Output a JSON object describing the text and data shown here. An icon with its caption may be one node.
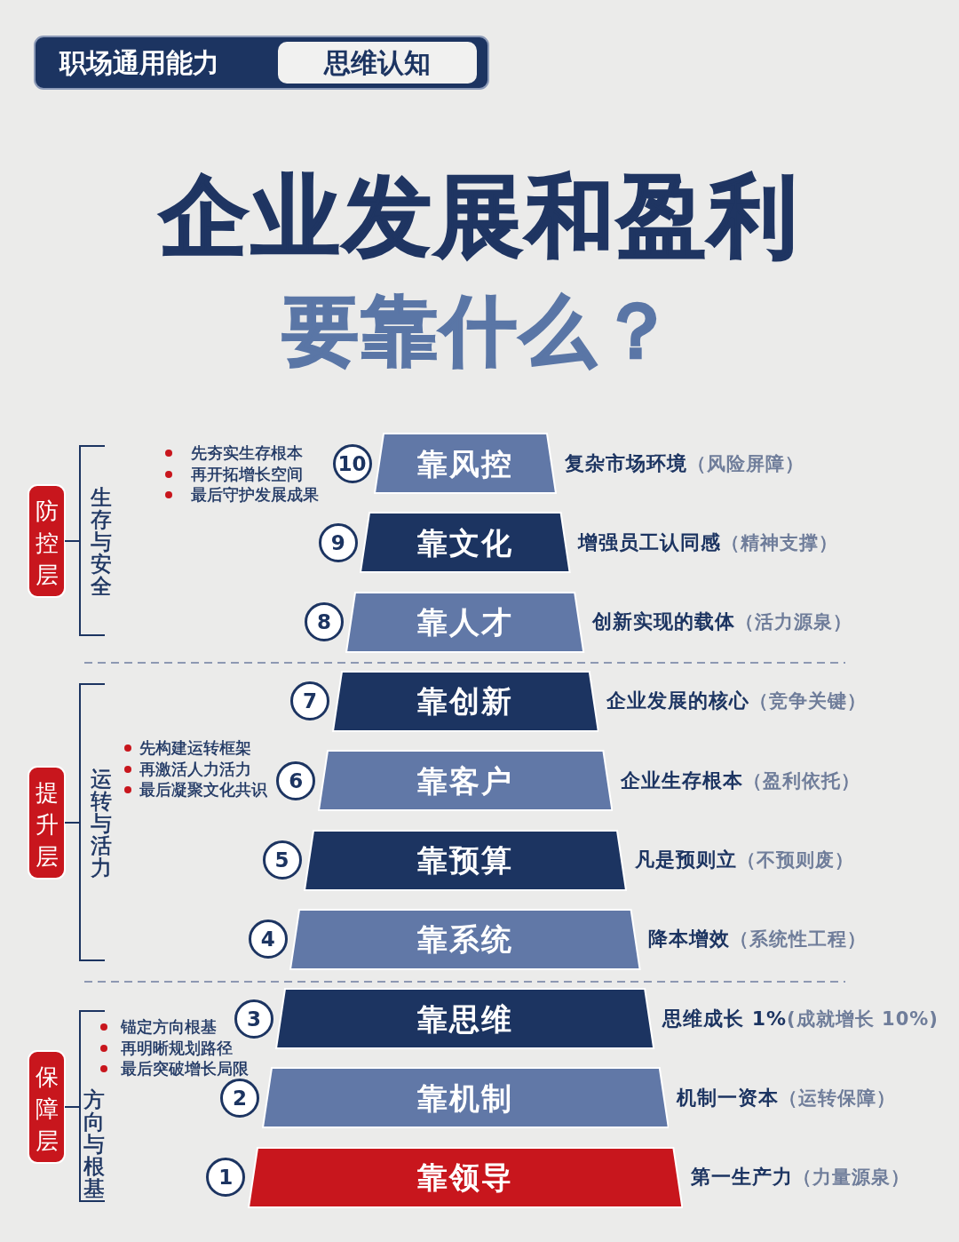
{
  "diagram": {
    "title": "企业发展和盈利要靠什么？",
    "nodes": [
      {
        "text": [
          "防控层"
        ],
        "beside": [
          "生存与安全",
          "先夯实生存根本",
          "再开拓增长空间",
          "最后守护发展成果"
        ]
      },
      {
        "text": [
          "10"
        ]
      },
      {
        "text": [
          "靠风控"
        ],
        "beside": [
          "复杂市场环境",
          "（风险屏障）"
        ]
      },
      {
        "text": [
          "9"
        ]
      },
      {
        "text": [
          "靠文化"
        ],
        "beside": [
          "增强员工认同感",
          "（精神支撑）"
        ]
      },
      {
        "text": [
          "8"
        ]
      },
      {
        "text": [
          "靠人才"
        ],
        "beside": [
          "创新实现的载体",
          "（活力源泉）"
        ]
      },
      {
        "text": [
          "提升层"
        ],
        "beside": [
          "运转与活力",
          "先构建运转框架",
          "再激活人力活力",
          "最后凝聚文化共识"
        ]
      },
      {
        "text": [
          "7"
        ]
      },
      {
        "text": [
          "靠创新"
        ],
        "beside": [
          "企业发展的核心",
          "（竞争关键）"
        ]
      },
      {
        "text": [
          "6"
        ]
      },
      {
        "text": [
          "靠客户"
        ],
        "beside": [
          "企业生存根本",
          "（盈利依托）"
        ]
      },
      {
        "text": [
          "5"
        ]
      },
      {
        "text": [
          "靠预算"
        ],
        "beside": [
          "凡是预则立",
          "（不预则废）"
        ]
      },
      {
        "text": [
          "4"
        ]
      },
      {
        "text": [
          "靠系统"
        ],
        "beside": [
          "降本增效",
          "（系统性工程）"
        ]
      },
      {
        "text": [
          "保障层"
        ],
        "beside": [
          "方向与根基",
          "锚定方向根基",
          "再明晰规划路径",
          "最后突破增长局限"
        ]
      },
      {
        "text": [
          "3"
        ]
      },
      {
        "text": [
          "靠思维"
        ],
        "beside": [
          "思维成长 1%",
          "(成就增长 10%)"
        ]
      },
      {
        "text": [
          "2"
        ]
      },
      {
        "text": [
          "靠机制"
        ],
        "beside": [
          "机制一资本",
          "（运转保障）"
        ]
      },
      {
        "text": [
          "1"
        ]
      },
      {
        "text": [
          "靠领导"
        ],
        "beside": [
          "第一生产力",
          "（力量源泉）"
        ]
      }
    ],
    "labels": [
      "职场通用能力",
      "思维认知"
    ]
  }
}
